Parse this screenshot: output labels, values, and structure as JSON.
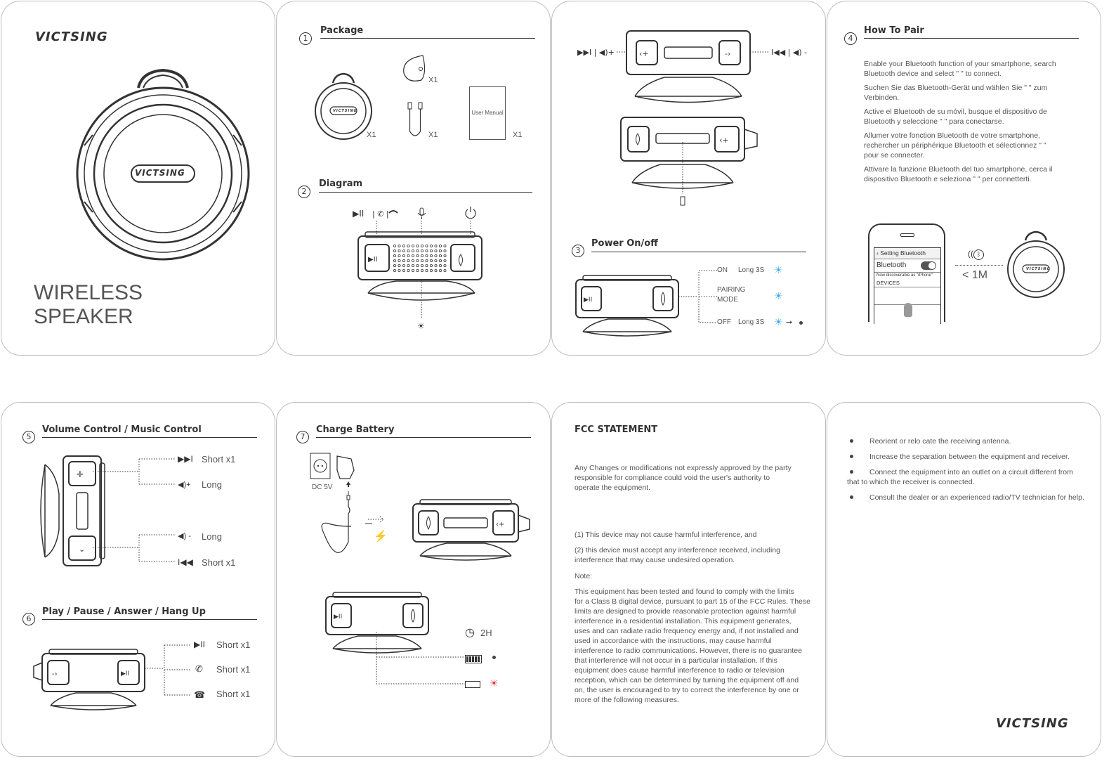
{
  "brand": "VICTSING",
  "cover": {
    "title_line1": "WIRELESS",
    "title_line2": "SPEAKER",
    "speaker_label": "VICTSING"
  },
  "package": {
    "num": "1",
    "title": "Package",
    "qty": [
      "X1",
      "X1",
      "X1",
      "X1"
    ],
    "manual_label": "User Manual",
    "speaker_label": "VICTSING"
  },
  "diagram": {
    "num": "2",
    "title": "Diagram"
  },
  "power": {
    "num": "3",
    "title": "Power On/off",
    "on": "ON",
    "on_time": "Long 3S",
    "pairing1": "PAIRING",
    "pairing2": "MODE",
    "off": "OFF",
    "off_time": "Long 3S"
  },
  "pair": {
    "num": "4",
    "title": "How To Pair",
    "paragraphs": [
      [
        "Enable your Bluetooth function of your smartphone, search",
        "Bluetooth device and select \"              \" to connect."
      ],
      [
        "Suchen Sie das Bluetooth-Gerät und wählen Sie \"              \" zum",
        "Verbinden."
      ],
      [
        "Active el Bluetooth de su móvil, busque el dispositivo de",
        "Bluetooth y seleccione \"              \" para conectarse."
      ],
      [
        "Allumer votre fonction Bluetooth de votre smartphone,",
        "rechercher un périphérique Bluetooth et sélectionnez \"              \"",
        "pour se connecter."
      ],
      [
        "Attivare la funzione Bluetooth del tuo smartphone, cerca il",
        "dispositivo Bluetooth e seleziona \"              \" per connetterti."
      ]
    ],
    "phone_back": "Setting Bluetooth",
    "phone_bt": "Bluetooth",
    "phone_disc": "Now discoverable as \"iPhone\"",
    "phone_devices": "DEVICES",
    "distance": "< 1M",
    "speaker_label": "VICTSING"
  },
  "volume": {
    "num": "5",
    "title": "Volume Control / Music Control",
    "labels": [
      "Short x1",
      "Long",
      "Long",
      "Short x1"
    ]
  },
  "play": {
    "num": "6",
    "title": "Play / Pause / Answer / Hang Up",
    "labels": [
      "Short x1",
      "Short x1",
      "Short x1"
    ]
  },
  "charge": {
    "num": "7",
    "title": "Charge Battery",
    "dc": "DC 5V",
    "time": "2H"
  },
  "fcc": {
    "title": "FCC STATEMENT",
    "p1": [
      "Any Changes or modifications not expressly approved by the party",
      "responsible for compliance could void the user's authority to",
      "operate the equipment."
    ],
    "p2": "(1) This device may not cause harmful interference, and",
    "p3": [
      "(2) this device must accept any interference received, including",
      "interference that may cause undesired operation."
    ],
    "note": "Note:",
    "p4": [
      "This equipment has been tested and found to comply with the limits",
      "for a Class B digital device, pursuant to part 15 of the FCC Rules. These",
      "limits are designed to provide reasonable protection against harmful",
      "interference in a residential installation. This equipment generates,",
      "uses and can radiate radio frequency energy and, if not installed and",
      "used in accordance with the instructions, may cause harmful",
      "interference to radio communications. However, there is no guarantee",
      "that interference will not occur in a particular installation. If this",
      "equipment does cause harmful interference to radio or television",
      "reception, which can be determined by turning the equipment off and",
      "on, the user is encouraged to try to correct the interference by one or",
      "more of the following measures."
    ]
  },
  "measures": [
    [
      "Reorient or relo cate the receiving antenna."
    ],
    [
      "Increase the separation between the equipment and receiver."
    ],
    [
      "Connect the equipment into an outlet on a circuit different from",
      "that to which the receiver is connected."
    ],
    [
      "Consult the dealer or an experienced radio/TV technician for help."
    ]
  ],
  "colors": {
    "led_blue": "#3fa9f5",
    "led_red": "#e53935"
  }
}
